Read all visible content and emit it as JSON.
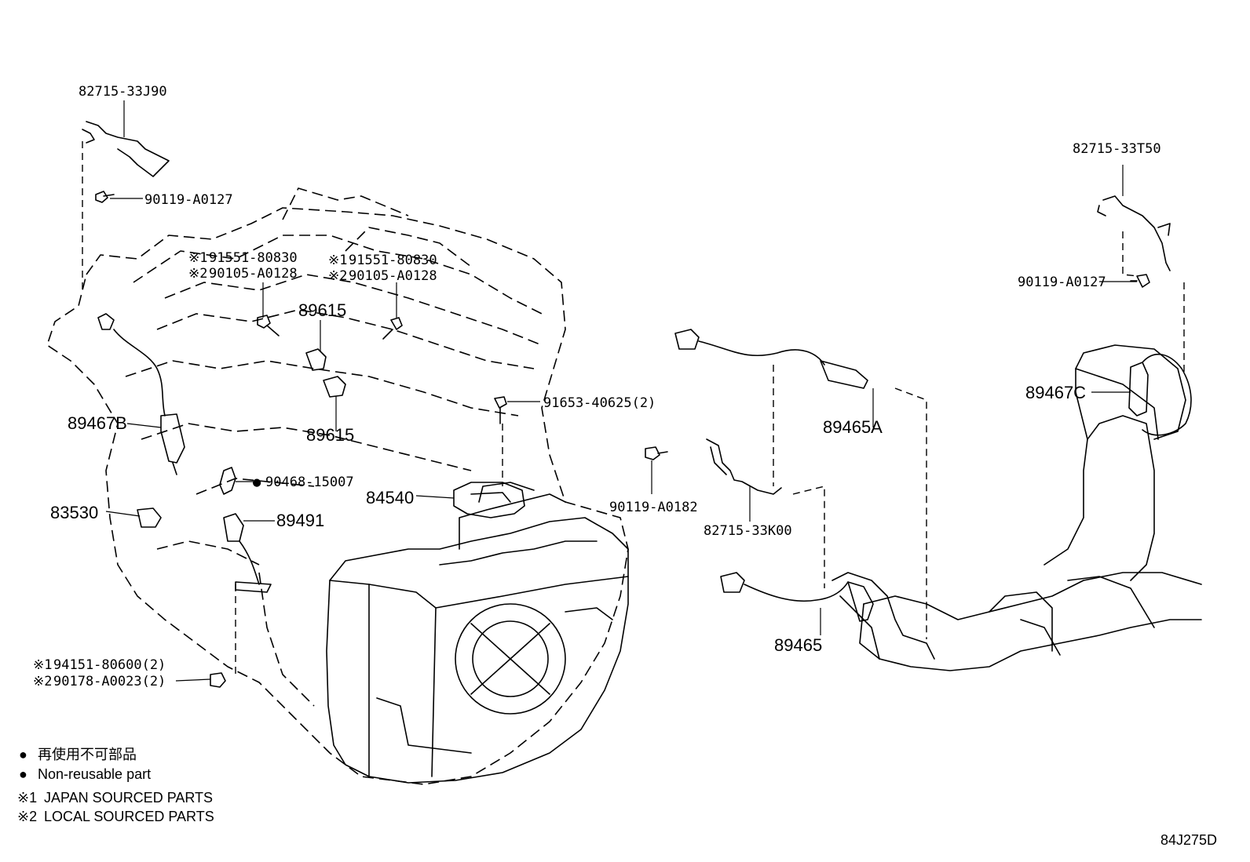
{
  "diagram": {
    "code": "84J275D",
    "parts": [
      {
        "id": "p1",
        "number": "82715-33J90"
      },
      {
        "id": "p2",
        "number": "90119-A0127"
      },
      {
        "id": "p3a",
        "mark": "※1",
        "number": "91551-80830"
      },
      {
        "id": "p3b",
        "mark": "※2",
        "number": "90105-A0128"
      },
      {
        "id": "p4a",
        "mark": "※1",
        "number": "91551-80830"
      },
      {
        "id": "p4b",
        "mark": "※2",
        "number": "90105-A0128"
      },
      {
        "id": "p5",
        "number": "89615"
      },
      {
        "id": "p6",
        "number": "89615"
      },
      {
        "id": "p7",
        "number": "89467B"
      },
      {
        "id": "p8",
        "number": "91653-40625(2)"
      },
      {
        "id": "p9",
        "mark": "●",
        "number": "90468-15007"
      },
      {
        "id": "p10",
        "number": "84540"
      },
      {
        "id": "p11",
        "number": "83530"
      },
      {
        "id": "p12",
        "number": "89491"
      },
      {
        "id": "p13a",
        "mark": "※1",
        "number": "94151-80600(2)"
      },
      {
        "id": "p13b",
        "mark": "※2",
        "number": "90178-A0023(2)"
      },
      {
        "id": "p14",
        "number": "89465A"
      },
      {
        "id": "p15",
        "number": "90119-A0182"
      },
      {
        "id": "p16",
        "number": "82715-33K00"
      },
      {
        "id": "p17",
        "number": "89465"
      },
      {
        "id": "p18",
        "number": "82715-33T50"
      },
      {
        "id": "p19",
        "number": "90119-A0127"
      },
      {
        "id": "p20",
        "number": "89467C"
      }
    ],
    "legend": [
      {
        "symbol": "●",
        "text": "再使用不可部品"
      },
      {
        "symbol": "●",
        "text": "Non-reusable part"
      },
      {
        "symbol": "※1",
        "text": "JAPAN SOURCED PARTS"
      },
      {
        "symbol": "※2",
        "text": "LOCAL SOURCED PARTS"
      }
    ]
  }
}
